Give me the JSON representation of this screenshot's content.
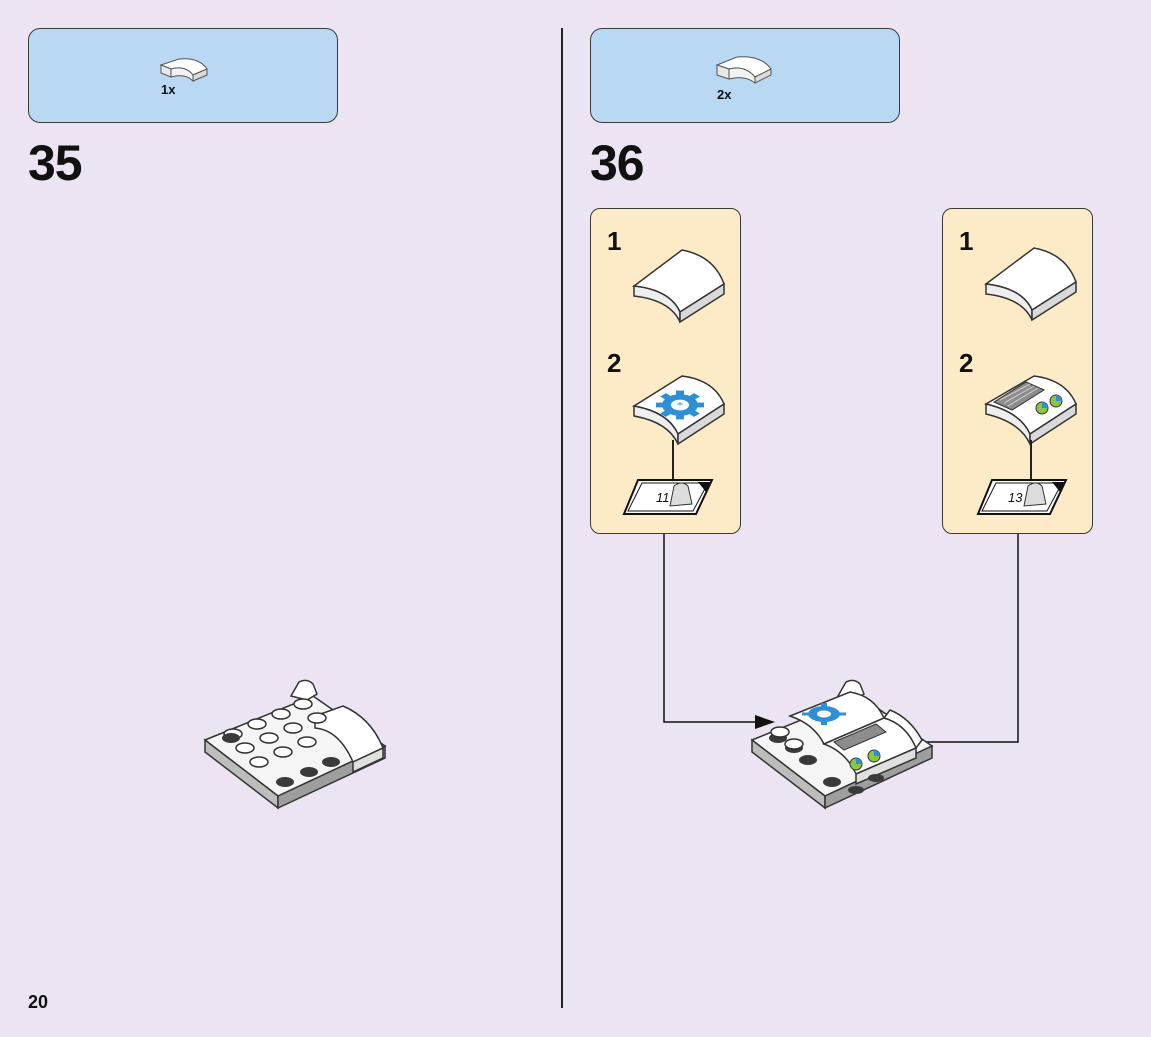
{
  "page": {
    "number": "20"
  },
  "step35": {
    "number": "35",
    "parts": [
      {
        "qty": "1x",
        "icon": "curved-slope-brick-white"
      }
    ],
    "model_icon": "white-plate-assembly"
  },
  "step36": {
    "number": "36",
    "parts": [
      {
        "qty": "2x",
        "icon": "curved-slope-brick-white"
      }
    ],
    "subassemblies": [
      {
        "step1": "1",
        "step2": "2",
        "sticker": "11",
        "icon": "gear-sticker-tile"
      },
      {
        "step1": "1",
        "step2": "2",
        "sticker": "13",
        "icon": "control-panel-sticker-tile"
      }
    ],
    "model_icon": "white-plate-assembly-with-stickers"
  },
  "colors": {
    "background": "#ece3f3",
    "parts_box": "#b9d8f3",
    "subassembly_box": "#fdebc8",
    "accent_blue": "#2f8fd5",
    "accent_green": "#8cc63f"
  }
}
